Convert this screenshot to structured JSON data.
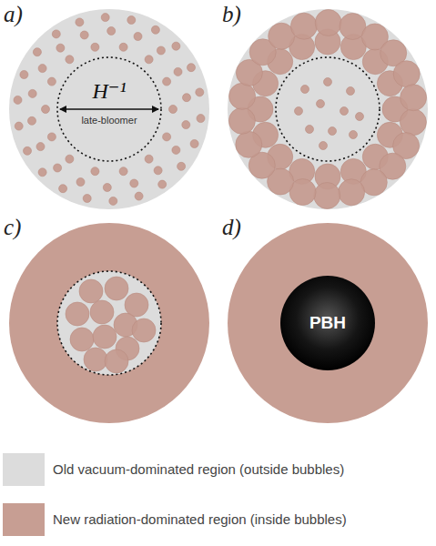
{
  "diagram": {
    "nodes": [
      {
        "text": [
          "PBH"
        ]
      }
    ],
    "labels": [
      "a)",
      "b)",
      "c)",
      "d)",
      "H⁻¹",
      "late-bloomer"
    ],
    "legend": [
      {
        "text": "Old vacuum-dominated region (outside bubbles)",
        "color": "#dcdcdc"
      },
      {
        "text": "New radiation-dominated region (inside bubbles)",
        "color": "#c79e93"
      }
    ]
  }
}
